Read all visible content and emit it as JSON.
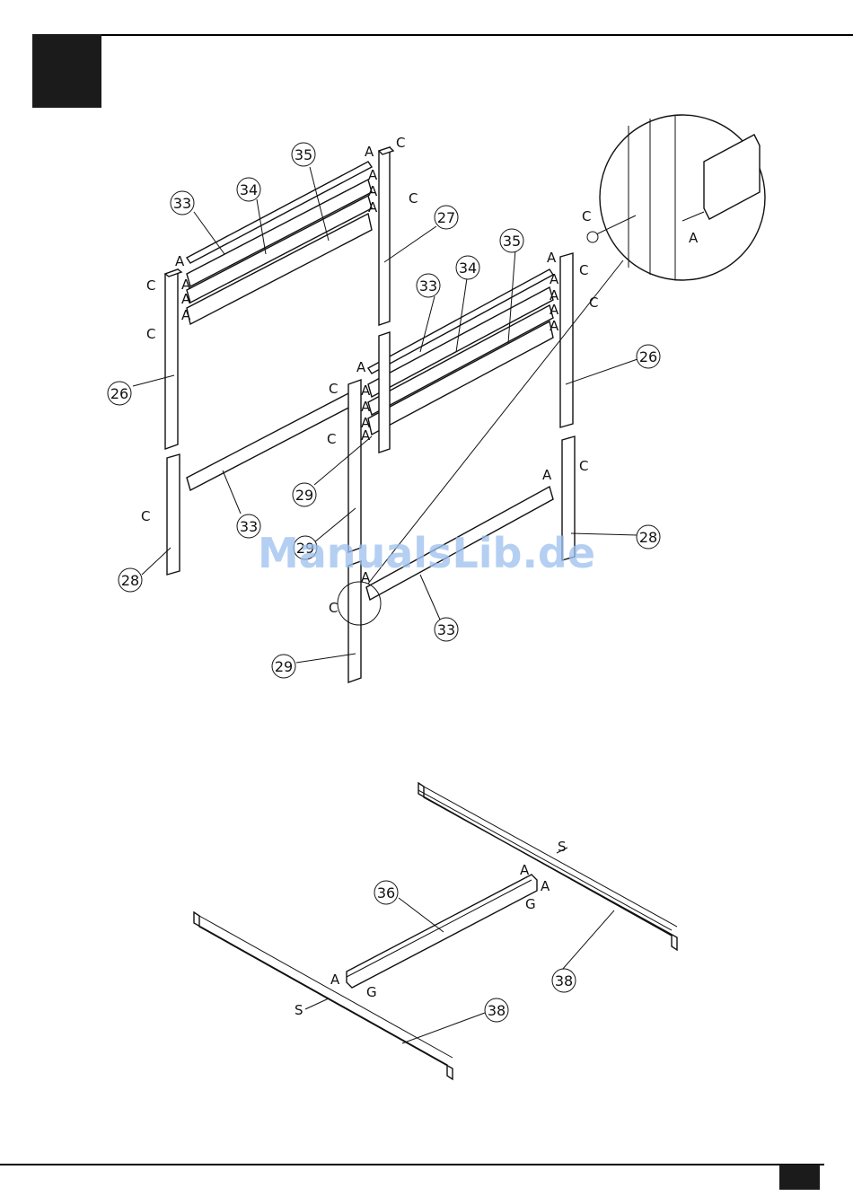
{
  "watermark": "ManualsLib.de",
  "callouts": {
    "c_33a": "33",
    "c_34a": "34",
    "c_35a": "35",
    "c_27": "27",
    "c_26a": "26",
    "c_33b": "33",
    "c_34b": "34",
    "c_35b": "35",
    "c_26b": "26",
    "c_33c": "33",
    "c_28a": "28",
    "c_29a": "29",
    "c_29mid": "29",
    "c_28b": "28",
    "c_33d": "33",
    "c_29b": "29",
    "c_36": "36",
    "c_38a": "38",
    "c_38b": "38"
  },
  "letters": {
    "A": "A",
    "C": "C",
    "S": "S",
    "G": "G"
  }
}
